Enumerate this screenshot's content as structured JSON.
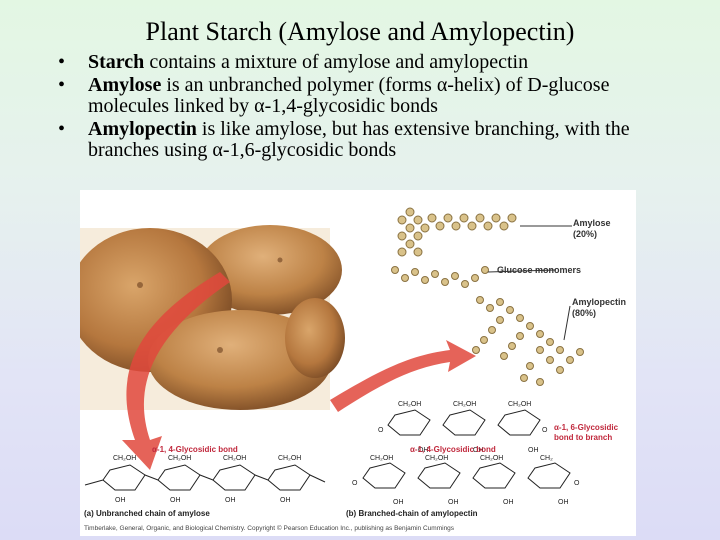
{
  "slide": {
    "title": "Plant Starch (Amylose and Amylopectin)",
    "bullets": [
      {
        "term": "Starch",
        "rest": " contains a mixture of amylose and amylopectin"
      },
      {
        "term": "Amylose",
        "rest_1": " is an unbranched polymer (forms ",
        "greek": "α",
        "rest_2": "-helix) of D-glucose molecules linked by ",
        "greek2": "α",
        "rest_3": "-1,4-glycosidic bonds"
      },
      {
        "term": "Amylopectin",
        "rest_1": " is like amylose, but has extensive branching, with the branches using ",
        "greek": "α",
        "rest_2": "-1,6-glycosidic bonds"
      }
    ]
  },
  "figure": {
    "amylose_label": "Amylose",
    "amylose_pct": "(20%)",
    "glucose_label": "Glucose monomers",
    "amylopectin_label": "Amylopectin",
    "amylopectin_pct": "(80%)",
    "bond14_left": "α-1, 4-Glycosidic bond",
    "bond14_right": "α-1, 4-Glycosidic bond",
    "bond16": "α-1, 6-Glycosidic bond to branch",
    "bond16_line1": "α-1, 6-Glycosidic",
    "bond16_line2": "bond to branch",
    "caption_a": "(a) Unbranched chain of amylose",
    "caption_b": "(b) Branched-chain of amylopectin",
    "credit": "Timberlake, General, Organic, and Biological Chemistry. Copyright © Pearson Education Inc., publishing as Benjamin Cummings",
    "ch2oh": "CH₂OH",
    "oh": "OH",
    "o": "O",
    "ch2": "CH₂"
  },
  "colors": {
    "label_red": "#c0283c",
    "label_dark": "#333333",
    "arrow": "#e0483c",
    "glucose_bead": "#d9c28a",
    "potato": "#b5773e"
  }
}
